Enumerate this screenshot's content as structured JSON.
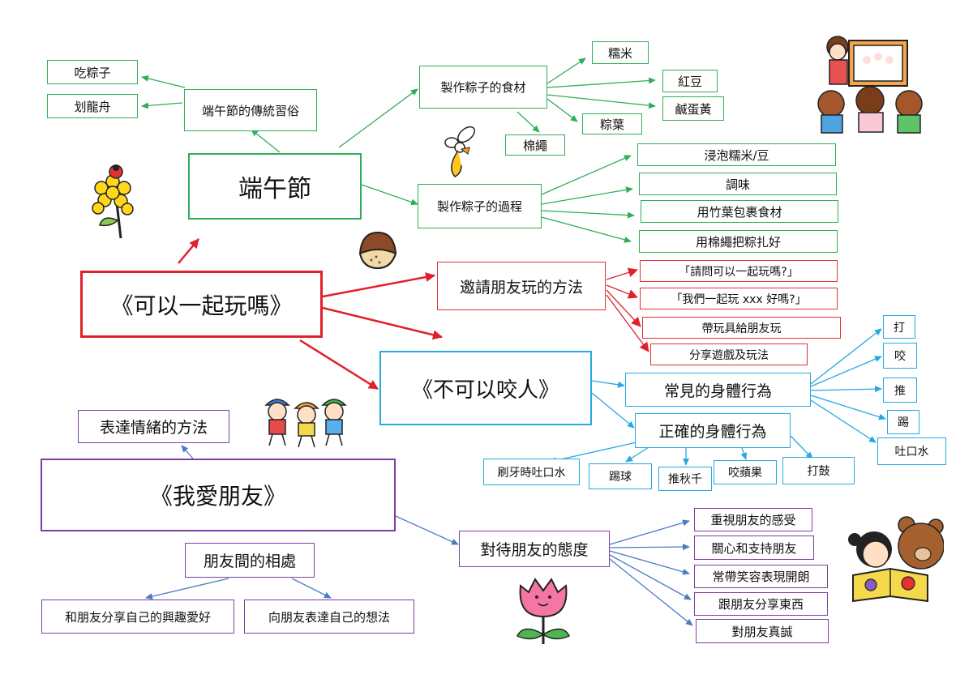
{
  "colors": {
    "green": "#2fae56",
    "red": "#e0202a",
    "blue": "#25a9e0",
    "purple": "#7b3fa0",
    "arrow_blue": "#4a7cc4"
  },
  "dragon_boat": {
    "center": "端午節",
    "traditions": {
      "label": "端午節的傳統習俗",
      "items": [
        "吃粽子",
        "划龍舟"
      ]
    },
    "ingredients": {
      "label": "製作粽子的食材",
      "items": [
        "糯米",
        "紅豆",
        "鹹蛋黃",
        "粽葉",
        "棉繩"
      ]
    },
    "process": {
      "label": "製作粽子的過程",
      "items": [
        "浸泡糯米/豆",
        "調味",
        "用竹葉包裹食材",
        "用棉繩把粽扎好"
      ]
    }
  },
  "play_together": {
    "center": "《可以一起玩嗎》",
    "invite": {
      "label": "邀請朋友玩的方法",
      "items": [
        "「請問可以一起玩嗎?」",
        "「我們一起玩 xxx 好嗎?」",
        "帶玩具給朋友玩",
        "分享遊戲及玩法"
      ]
    }
  },
  "no_biting": {
    "center": "《不可以咬人》",
    "common": {
      "label": "常見的身體行為",
      "items": [
        "打",
        "咬",
        "推",
        "踢",
        "吐口水"
      ]
    },
    "correct": {
      "label": "正確的身體行為",
      "items": [
        "刷牙時吐口水",
        "踢球",
        "推秋千",
        "咬蘋果",
        "打鼓"
      ]
    }
  },
  "love_friends": {
    "center": "《我愛朋友》",
    "emotion": "表達情緒的方法",
    "getting_along": {
      "label": "朋友間的相處",
      "items": [
        "和朋友分享自己的興趣愛好",
        "向朋友表達自己的想法"
      ]
    },
    "attitude": {
      "label": "對待朋友的態度",
      "items": [
        "重視朋友的感受",
        "關心和支持朋友",
        "常帶笑容表現開朗",
        "跟朋友分享東西",
        "對朋友真誠"
      ]
    }
  }
}
